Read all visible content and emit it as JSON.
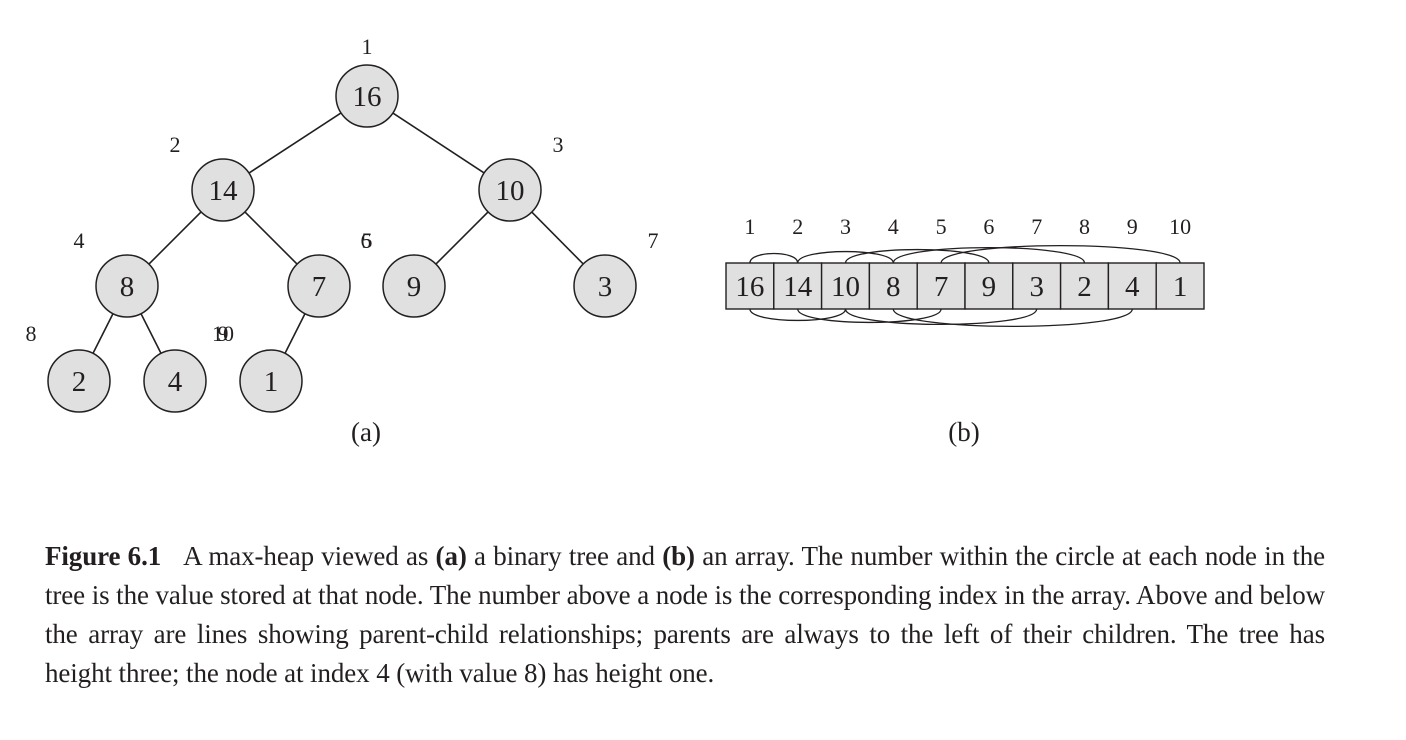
{
  "tree": {
    "nodes": [
      {
        "index": "1",
        "value": "16"
      },
      {
        "index": "2",
        "value": "14"
      },
      {
        "index": "3",
        "value": "10"
      },
      {
        "index": "4",
        "value": "8"
      },
      {
        "index": "5",
        "value": "7"
      },
      {
        "index": "6",
        "value": "9"
      },
      {
        "index": "7",
        "value": "3"
      },
      {
        "index": "8",
        "value": "2"
      },
      {
        "index": "9",
        "value": "4"
      },
      {
        "index": "10",
        "value": "1"
      }
    ],
    "label": "(a)"
  },
  "array": {
    "indices": [
      "1",
      "2",
      "3",
      "4",
      "5",
      "6",
      "7",
      "8",
      "9",
      "10"
    ],
    "values": [
      "16",
      "14",
      "10",
      "8",
      "7",
      "9",
      "3",
      "2",
      "4",
      "1"
    ],
    "label": "(b)"
  },
  "colors": {
    "node_fill": "#e0e0e0",
    "ink": "#231f20"
  },
  "caption": {
    "figure_label": "Figure 6.1",
    "text_1": "A max-heap viewed as ",
    "bold_a": "(a)",
    "text_2": " a binary tree and ",
    "bold_b": "(b)",
    "text_3": " an array. The number within the circle at each node in the tree is the value stored at that node. The number above a node is the corresponding index in the array. Above and below the array are lines showing parent-child relationships; parents are always to the left of their children. The tree has height three; the node at index 4 (with value 8) has height one."
  }
}
